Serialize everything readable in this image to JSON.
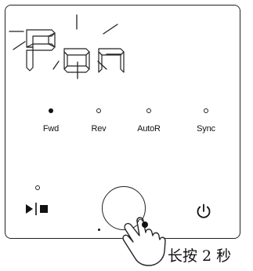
{
  "display": {
    "text": "Pon",
    "state": "blinking"
  },
  "modes": [
    {
      "label": "Fwd",
      "indicator": "on"
    },
    {
      "label": "Rev",
      "indicator": "off"
    },
    {
      "label": "AutoR",
      "indicator": "off"
    },
    {
      "label": "Sync",
      "indicator": "off"
    }
  ],
  "controls": {
    "play_stop_icon": "play-stop-icon",
    "main_button_icon": "round-button",
    "power_icon": "power-icon",
    "hand_icon": "pointing-hand-icon"
  },
  "hint": {
    "text": "长按 2 秒"
  },
  "colors": {
    "stroke": "#222222",
    "background": "#ffffff"
  }
}
